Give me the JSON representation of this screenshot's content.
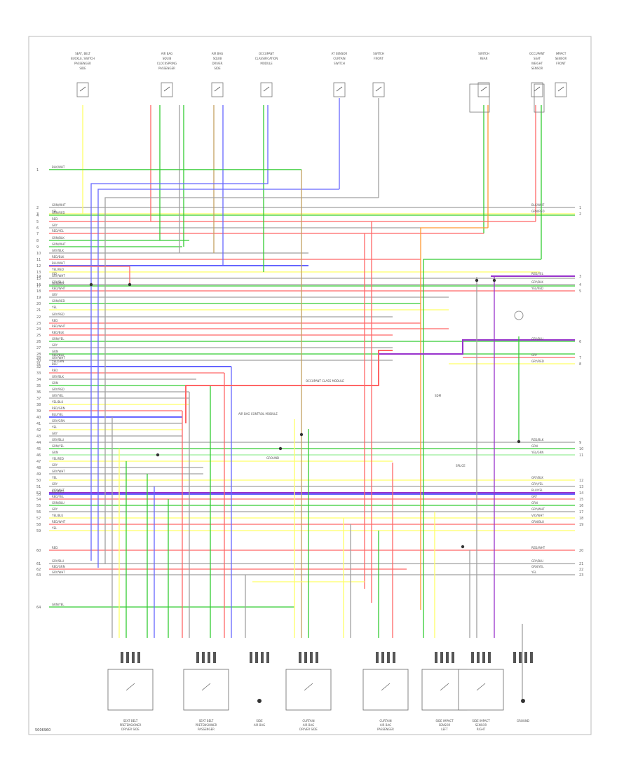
{
  "diagram": {
    "footer_code": "5006960",
    "colors": {
      "grn": "#33cc33",
      "red": "#ff6666",
      "blu": "#6666ff",
      "yel": "#ffff66",
      "gry": "#a0a0a0",
      "org": "#ff9933",
      "vio": "#9933cc",
      "tan": "#c2a060",
      "brn": "#a06030",
      "pnk": "#ff9999",
      "lgrn": "#99ee99",
      "wht": "#e8e8e8"
    },
    "top_components": [
      {
        "id": "c1",
        "text": [
          "SEAT, BELT",
          "BUCKLE, SWITCH",
          "PASSENGER",
          "SIDE"
        ]
      },
      {
        "id": "c2",
        "text": [
          "AIR BAG",
          "SQUIB",
          "CLOCKSPRING",
          "PASSENGER"
        ]
      },
      {
        "id": "c3",
        "text": [
          "AIR BAG",
          "SQUIB",
          "DRIVER",
          "SIDE"
        ]
      },
      {
        "id": "c4",
        "text": [
          "OCCUPANT",
          "CLASSIFICATION",
          "MODULE"
        ]
      },
      {
        "id": "c5",
        "text": [
          "AT SENSOR",
          "CURTAIN",
          "SWITCH"
        ]
      },
      {
        "id": "c6",
        "text": [
          "SWITCH",
          "FRONT"
        ]
      },
      {
        "id": "c7",
        "text": [
          "SWITCH",
          "REAR"
        ]
      },
      {
        "id": "c8",
        "text": [
          "OCCUPANT",
          "SEAT",
          "WEIGHT",
          "SENSOR"
        ]
      },
      {
        "id": "c9",
        "text": [
          "IMPACT",
          "SENSOR",
          "FRONT"
        ]
      }
    ],
    "bottom_components": [
      {
        "id": "b1",
        "text": [
          "SEAT BELT",
          "PRETENSIONER",
          "DRIVER SIDE"
        ]
      },
      {
        "id": "b2",
        "text": [
          "SEAT BELT",
          "PRETENSIONER",
          "PASSENGER"
        ]
      },
      {
        "id": "b3",
        "text": [
          "SIDE",
          "AIR BAG"
        ]
      },
      {
        "id": "b4",
        "text": [
          "CURTAIN",
          "AIR BAG",
          "DRIVER SIDE"
        ]
      },
      {
        "id": "b5",
        "text": [
          "CURTAIN",
          "AIR BAG",
          "PASSENGER"
        ]
      },
      {
        "id": "b6",
        "text": [
          "SIDE IMPACT",
          "SENSOR",
          "LEFT"
        ]
      },
      {
        "id": "b7",
        "text": [
          "SIDE IMPACT",
          "SENSOR",
          "RIGHT"
        ]
      },
      {
        "id": "b8",
        "text": [
          "GROUND"
        ]
      }
    ],
    "middle_labels": {
      "m1": "OCCUPANT CLASS MODULE",
      "m2": "AIR BAG CONTROL MODULE",
      "m3": "SDM",
      "m4": "GROUND",
      "m5": "SPLICE"
    }
  }
}
